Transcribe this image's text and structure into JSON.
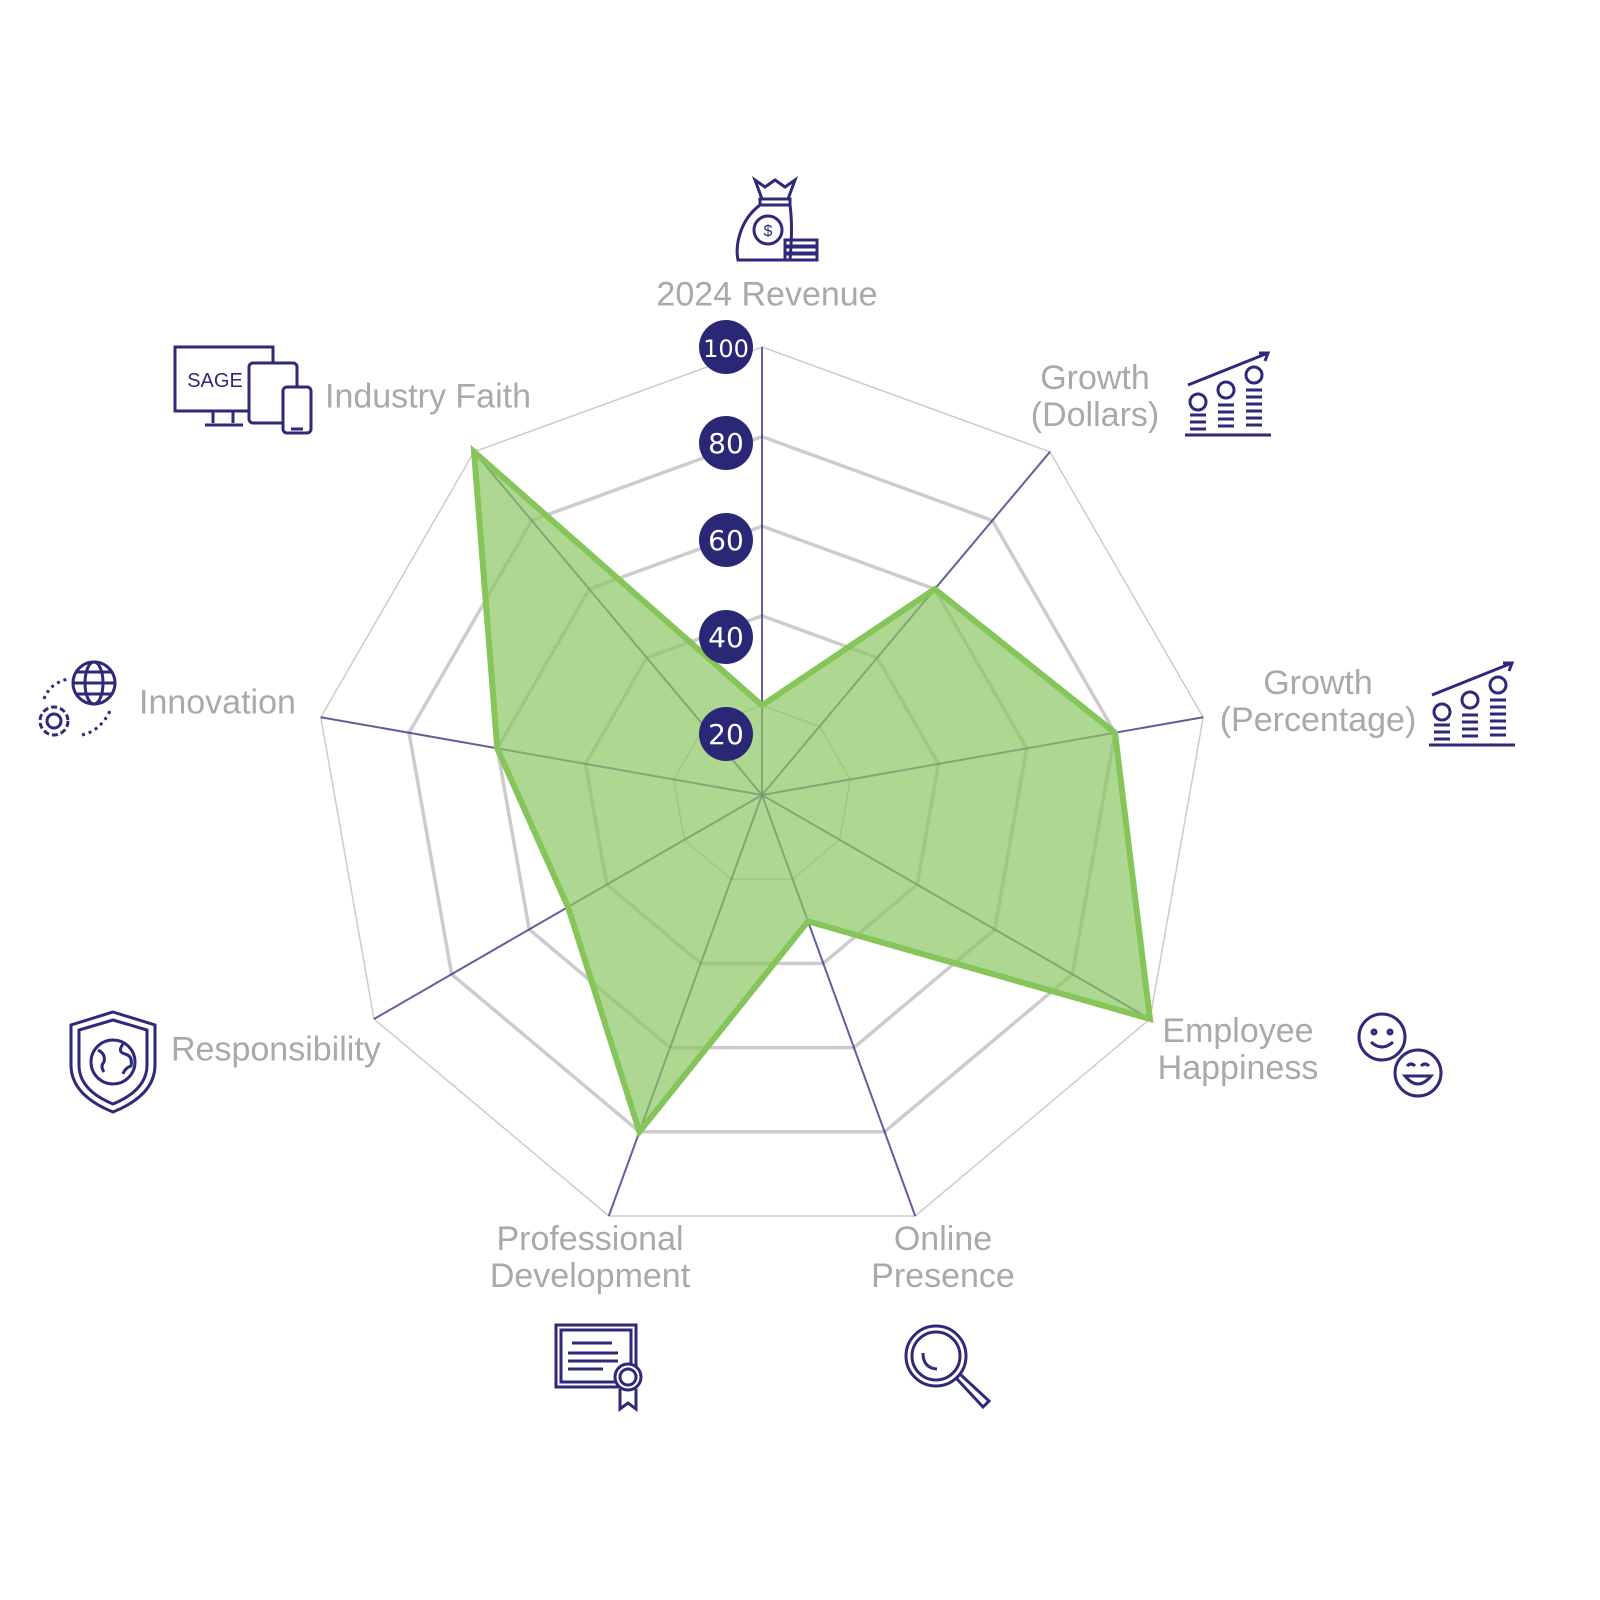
{
  "chart_data": {
    "type": "radar",
    "title": "",
    "categories": [
      "2024 Revenue",
      "Growth\n(Dollars)",
      "Growth\n(Percentage)",
      "Employee\nHappiness",
      "Online\nPresence",
      "Professional\nDevelopment",
      "Responsibility",
      "Innovation",
      "Industry Faith"
    ],
    "values": [
      20,
      60,
      80,
      100,
      30,
      80,
      50,
      60,
      100
    ],
    "rlim": [
      0,
      100
    ],
    "ticks": [
      "20",
      "40",
      "60",
      "80",
      "100"
    ],
    "tick_values": [
      20,
      40,
      60,
      80,
      100
    ],
    "logo_text": "SAGE",
    "colors": {
      "fill": "#8cc864",
      "line": "#86c55a",
      "axis": "#2e2a7a",
      "grid": "#cccccc",
      "label": "#a9a9a9",
      "tick_bg": "#2b2777"
    }
  }
}
